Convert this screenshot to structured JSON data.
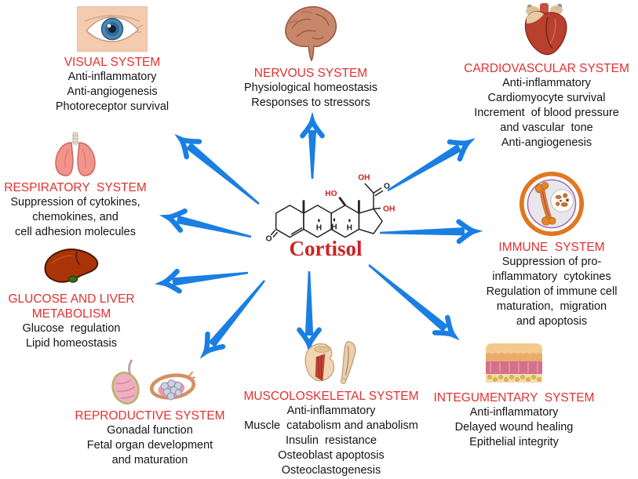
{
  "figure": {
    "subject": "Cortisol",
    "type": "radial-effects-diagram"
  },
  "colors": {
    "arrow_blue": "#1a7fe2",
    "heading_red": "#e23131",
    "cortisol_label_red": "#cc2222"
  },
  "molecule": {
    "name": "Cortisol",
    "atom_labels": {
      "c21_oh": "OH",
      "c20_o": "O",
      "c11_ho": "HO",
      "c17_oh": "OH",
      "h": "H",
      "c3_o": "O"
    }
  },
  "systems": [
    {
      "id": "visual",
      "icon": "eye-icon",
      "heading": "VISUAL SYSTEM",
      "lines": [
        "Anti-inflammatory",
        "Anti-angiogenesis",
        "Photoreceptor survival"
      ]
    },
    {
      "id": "nervous",
      "icon": "brain-icon",
      "heading": "NERVOUS SYSTEM",
      "lines": [
        "Physiological homeostasis",
        "Responses to stressors"
      ]
    },
    {
      "id": "cardiovascular",
      "icon": "heart-icon",
      "heading": "CARDIOVASCULAR SYSTEM",
      "lines": [
        "Anti-inflammatory",
        "Cardiomyocyte survival",
        "Increment  of blood pressure",
        "and vascular  tone",
        "Anti-angiogenesis"
      ]
    },
    {
      "id": "respiratory",
      "icon": "lungs-icon",
      "heading": "RESPIRATORY  SYSTEM",
      "lines": [
        "Suppression of cytokines,",
        "chemokines, and",
        "cell adhesion molecules"
      ]
    },
    {
      "id": "immune",
      "icon": "immune-cell-icon",
      "heading": "IMMUNE  SYSTEM",
      "lines": [
        "Suppression of pro-",
        "inflammatory  cytokines",
        "Regulation of immune cell",
        "maturation,  migration",
        "and apoptosis"
      ]
    },
    {
      "id": "glucose_liver",
      "icon": "liver-icon",
      "heading": "GLUCOSE AND LIVER\nMETABOLISM",
      "lines": [
        "Glucose  regulation",
        "Lipid homeostasis"
      ]
    },
    {
      "id": "reproductive",
      "icon": "gonads-icon",
      "heading": "REPRODUCTIVE SYSTEM",
      "lines": [
        "Gonadal function",
        "Fetal organ development",
        "and maturation"
      ]
    },
    {
      "id": "musculoskeletal",
      "icon": "muscle-bone-icon",
      "heading": "MUSCOLOSKELETAL SYSTEM",
      "lines": [
        "Anti-inflammatory",
        "Muscle  catabolism and anabolism",
        "Insulin  resistance",
        "Osteoblast apoptosis",
        "Osteoclastogenesis"
      ]
    },
    {
      "id": "integumentary",
      "icon": "skin-layers-icon",
      "heading": "INTEGUMENTARY  SYSTEM",
      "lines": [
        "Anti-inflammatory",
        "Delayed wound healing",
        "Epithelial integrity"
      ]
    }
  ]
}
